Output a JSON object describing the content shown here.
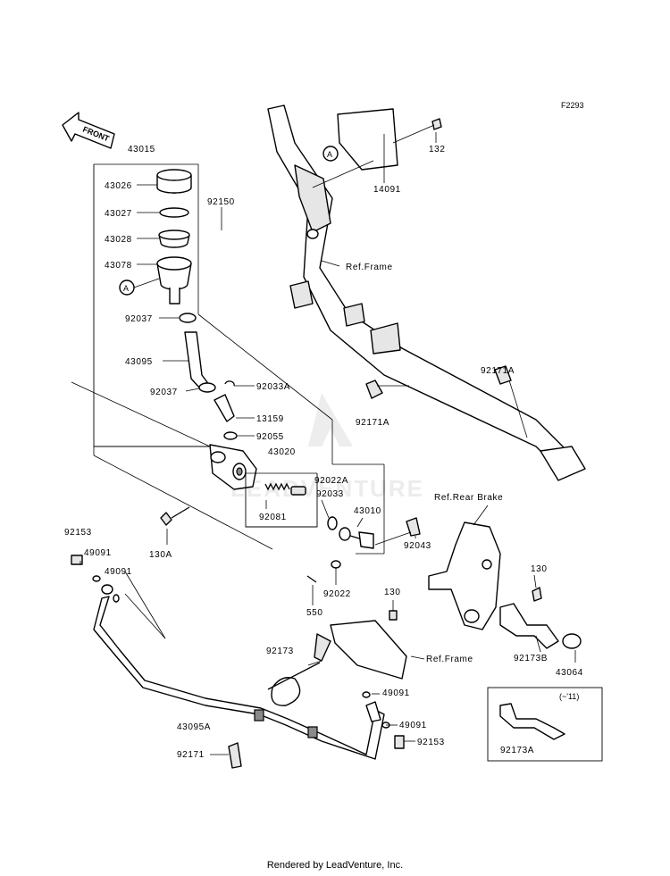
{
  "figure_code": "F2293",
  "front_label": "FRONT",
  "watermark": "LEADVENTURE",
  "footer": "Rendered by LeadVenture, Inc.",
  "callout_a": "A",
  "note_range": "(~'11)",
  "labels": {
    "43015": "43015",
    "43026": "43026",
    "43027": "43027",
    "43028": "43028",
    "43078": "43078",
    "92150": "92150",
    "92037a": "92037",
    "43095": "43095",
    "92037b": "92037",
    "92033A": "92033A",
    "13159": "13159",
    "92055": "92055",
    "43020": "43020",
    "92022A": "92022A",
    "92033": "92033",
    "92081": "92081",
    "43010": "43010",
    "130A": "130A",
    "92043": "92043",
    "92022": "92022",
    "550": "550",
    "92153a": "92153",
    "49091a": "49091",
    "49091b": "49091",
    "43095A": "43095A",
    "92171": "92171",
    "92173": "92173",
    "49091c": "49091",
    "49091d": "49091",
    "92153b": "92153",
    "130b": "130",
    "130c": "130",
    "refFrame1": "Ref.Frame",
    "refFrame2": "Ref.Frame",
    "refRearBrake": "Ref.Rear Brake",
    "92173B": "92173B",
    "43064": "43064",
    "92173A": "92173A",
    "132": "132",
    "14091": "14091",
    "92171A_a": "92171A",
    "92171A_b": "92171A"
  }
}
